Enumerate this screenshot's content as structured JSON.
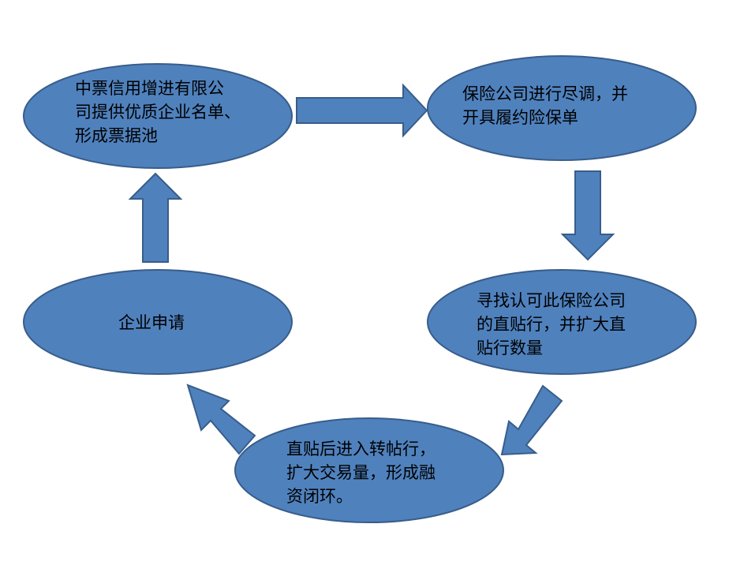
{
  "colors": {
    "ellipse_fill": "#4f81bd",
    "ellipse_stroke": "#385d8a",
    "arrow_fill": "#4f81bd",
    "arrow_stroke": "#385d8a",
    "text": "#000000",
    "background": "#ffffff"
  },
  "nodes": [
    {
      "id": "pool",
      "text": "中票信用增进有限公\n司提供优质企业名单、\n形成票据池"
    },
    {
      "id": "insurance",
      "text": "保险公司进行尽调，并\n开具履约险保单"
    },
    {
      "id": "discount-banks",
      "text": "寻找认可此保险公司\n的直贴行，并扩大直\n贴行数量"
    },
    {
      "id": "rediscount",
      "text": "直贴后进入转帖行，\n扩大交易量，形成融\n资闭环。"
    },
    {
      "id": "apply",
      "text": "企业申请"
    }
  ],
  "edges": [
    {
      "from": "pool",
      "to": "insurance",
      "direction": "right"
    },
    {
      "from": "insurance",
      "to": "discount-banks",
      "direction": "down"
    },
    {
      "from": "discount-banks",
      "to": "rediscount",
      "direction": "down-left"
    },
    {
      "from": "rediscount",
      "to": "apply",
      "direction": "up-left"
    },
    {
      "from": "apply",
      "to": "pool",
      "direction": "up"
    }
  ]
}
